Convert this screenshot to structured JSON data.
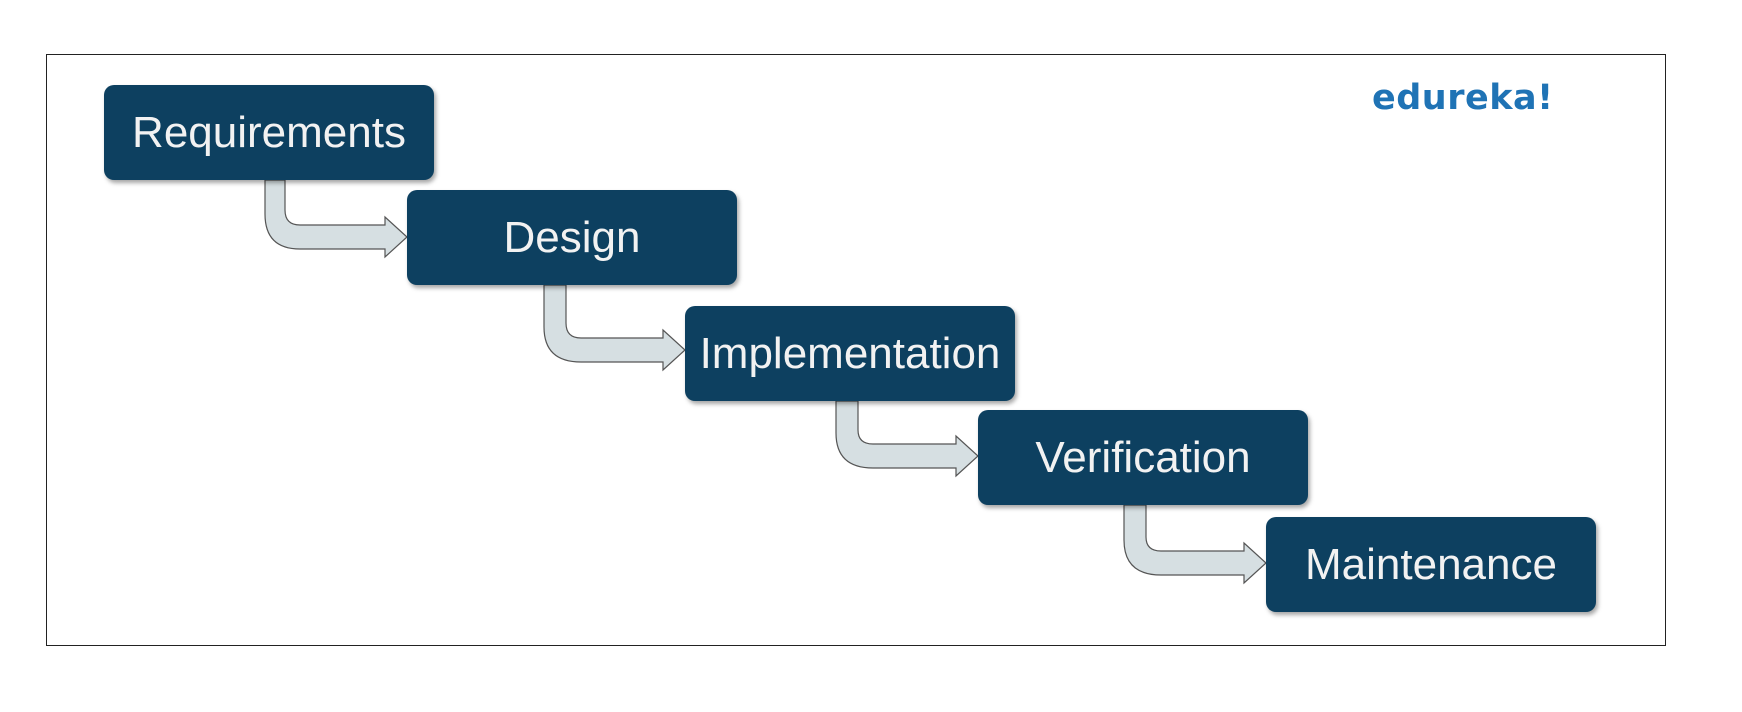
{
  "logo": {
    "text": "edureka!",
    "color": "#1f73b5"
  },
  "stages": [
    {
      "label": "Requirements"
    },
    {
      "label": "Design"
    },
    {
      "label": "Implementation"
    },
    {
      "label": "Verification"
    },
    {
      "label": "Maintenance"
    }
  ],
  "colors": {
    "stage_fill": "#0d4060",
    "stage_text": "#f2f2f2",
    "arrow_fill": "#d6dfe2",
    "arrow_stroke": "#555555",
    "frame_border": "#222222"
  }
}
